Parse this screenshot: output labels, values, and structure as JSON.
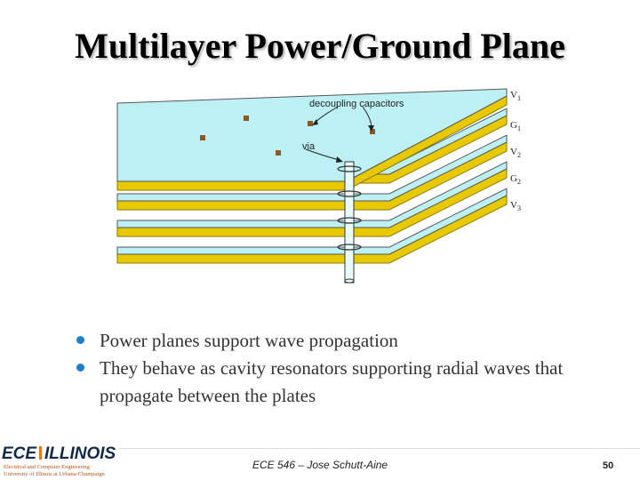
{
  "slide": {
    "title": "Multilayer Power/Ground Plane",
    "bullets": [
      "Power planes support wave propagation",
      "They behave as cavity resonators supporting radial waves that propagate between the plates"
    ],
    "footer": "ECE 546 – Jose Schutt-Aine",
    "page_number": "50"
  },
  "diagram": {
    "annotations": {
      "decoupling_capacitors": "decoupling capacitors",
      "via": "via"
    },
    "plane_labels": {
      "v1": "V",
      "v1_sub": "1",
      "g1": "G",
      "g1_sub": "1",
      "v2": "V",
      "v2_sub": "2",
      "g2": "G",
      "g2_sub": "2",
      "v3": "V",
      "v3_sub": "3"
    },
    "colors": {
      "plane_fill": "#bdf0f4",
      "plane_edge": "#e8c800",
      "capacitor": "#8a5a20",
      "bullet": "#1f7fc8"
    }
  },
  "logo": {
    "brand_left": "ECE",
    "brand_right": "ILLINOIS",
    "line1": "Electrical and Computer Engineering",
    "line2": "University of Illinois at Urbana-Champaign"
  }
}
